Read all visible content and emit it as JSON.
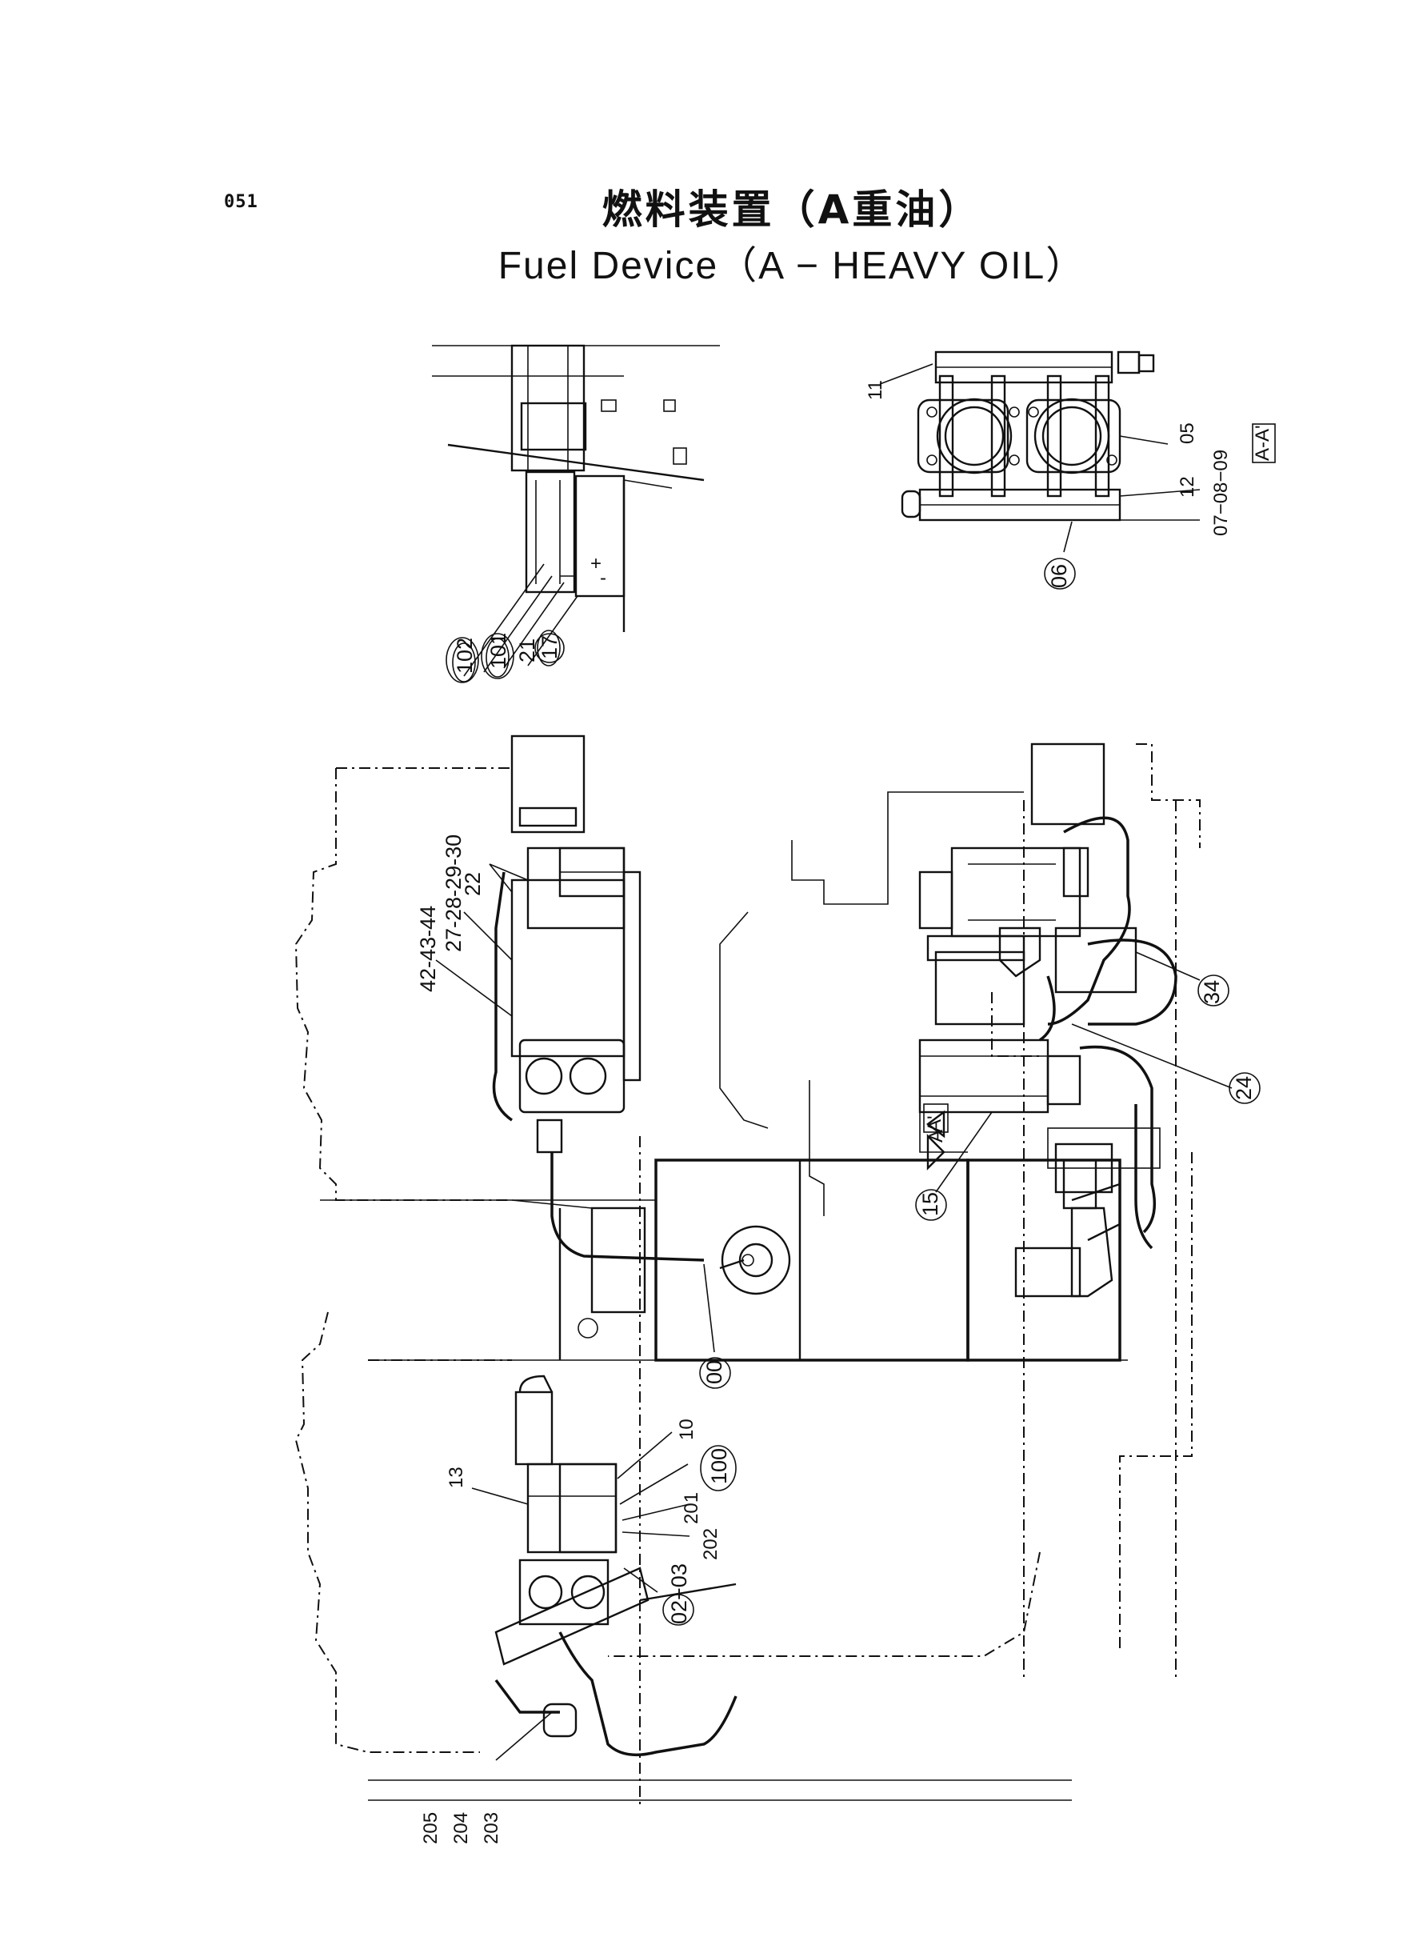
{
  "page_number": "051",
  "title_jp": "燃料装置（A重油）",
  "title_en": "Fuel  Device（A − HEAVY  OIL）",
  "section_tag": "A-A'",
  "parts": {
    "p102": "102",
    "p101": "101",
    "p21": "21",
    "p17": "17",
    "p11": "11",
    "p05": "05",
    "p12": "12",
    "p070809": "07−08−09",
    "p06": "06",
    "p22": "22",
    "p27": "27-28-29-30",
    "p42": "42-43-44",
    "p34": "34",
    "p24": "24",
    "p15": "15",
    "p00": "00",
    "p10": "10",
    "p100": "100",
    "p201": "201",
    "p202": "202",
    "p13": "13",
    "p0203": "02−03",
    "p205": "205",
    "p204": "204",
    "p203": "203",
    "markA1": "A",
    "markA2": "A'"
  }
}
